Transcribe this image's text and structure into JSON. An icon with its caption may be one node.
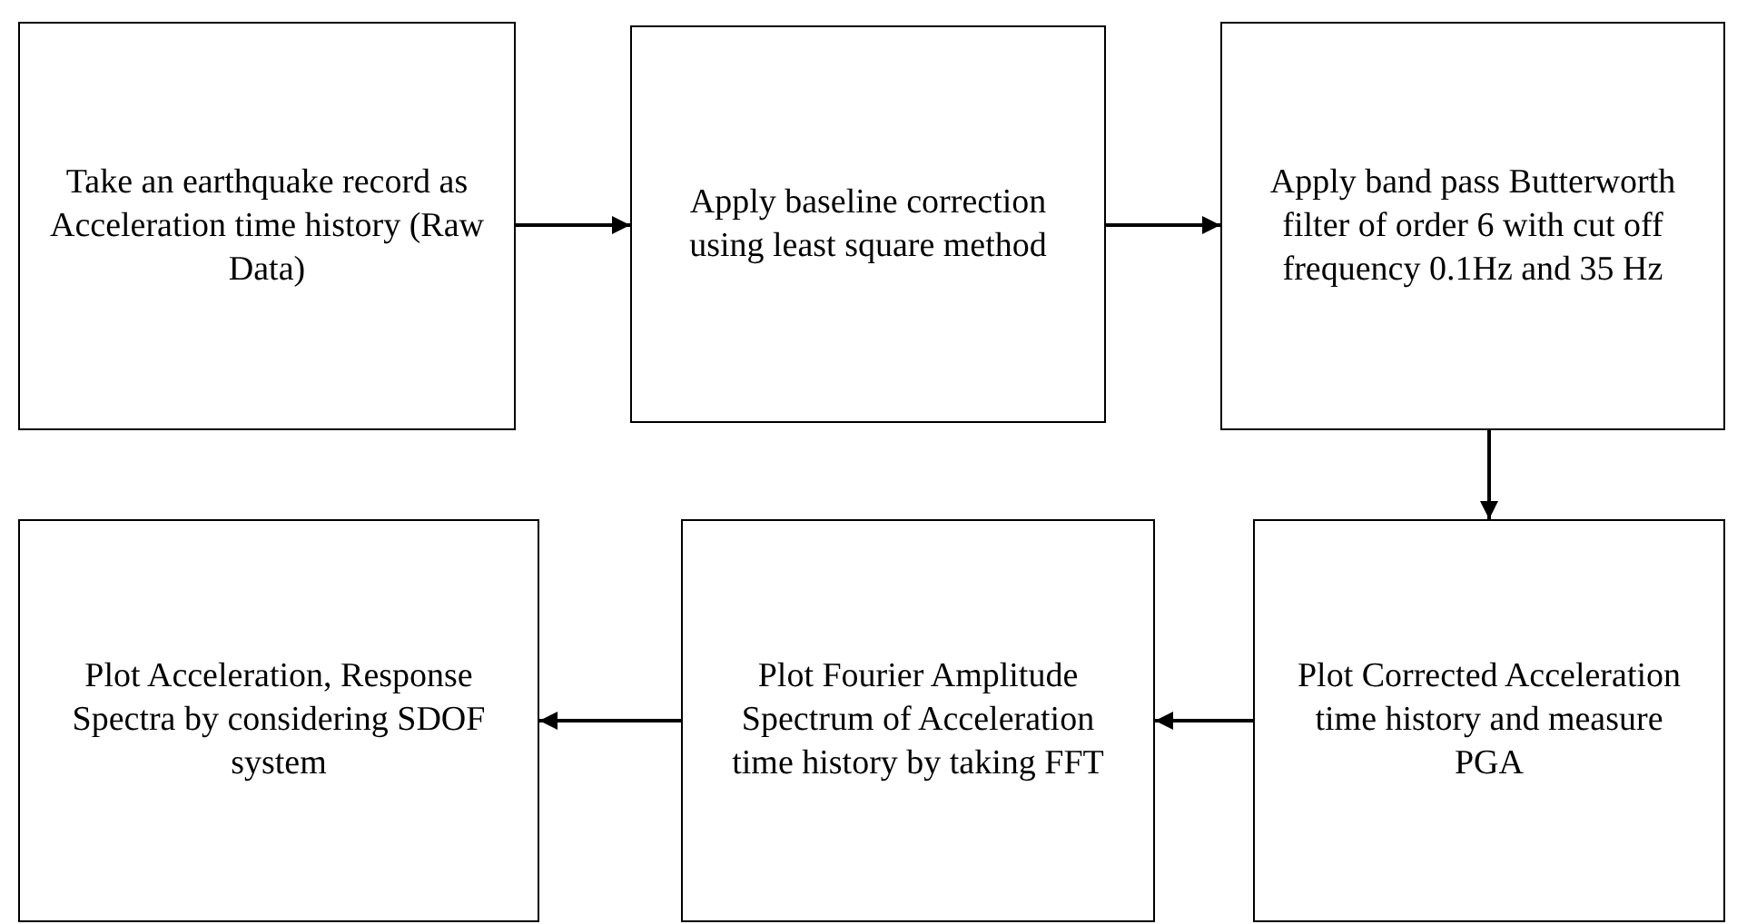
{
  "diagram": {
    "nodes": [
      {
        "text": [
          "Take an earthquake record as Acceleration time history (Raw Data)"
        ]
      },
      {
        "text": [
          "Apply baseline correction using least square method"
        ]
      },
      {
        "text": [
          "Apply band pass Butterworth filter of order 6 with cut off frequency 0.1Hz and 35 Hz"
        ]
      },
      {
        "text": [
          "Plot Acceleration, Response Spectra by considering SDOF system"
        ]
      },
      {
        "text": [
          "Plot Fourier Amplitude Spectrum of Acceleration time history by taking FFT"
        ]
      },
      {
        "text": [
          "Plot Corrected Acceleration time history and measure PGA"
        ]
      }
    ],
    "edges": [
      {
        "from": 0,
        "to": 1,
        "arrow": "to"
      },
      {
        "from": 1,
        "to": 2,
        "arrow": "to"
      },
      {
        "from": 2,
        "to": 5,
        "arrow": "to"
      },
      {
        "from": 5,
        "to": 4,
        "arrow": "to"
      },
      {
        "from": 4,
        "to": 3,
        "arrow": "to"
      }
    ]
  }
}
